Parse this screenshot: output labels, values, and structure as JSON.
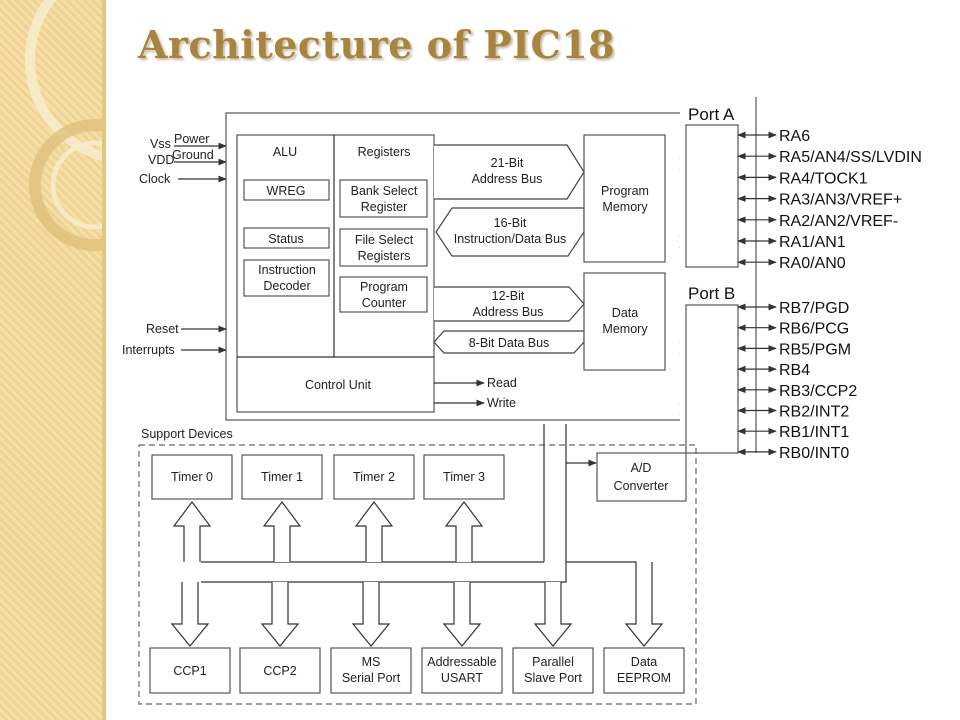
{
  "slide": {
    "title": "Architecture of PIC18"
  },
  "diagram": {
    "inputs": {
      "vss": "Vss",
      "vdd": "VDD",
      "power": "Power",
      "ground": "Ground",
      "clock": "Clock",
      "reset": "Reset",
      "interrupts": "Interrupts"
    },
    "alu": {
      "label": "ALU",
      "wreg": "WREG",
      "status": "Status",
      "decoder": [
        "Instruction",
        "Decoder"
      ]
    },
    "registers": {
      "label": "Registers",
      "bank": [
        "Bank Select",
        "Register"
      ],
      "file": [
        "File Select",
        "Registers"
      ],
      "pc": [
        "Program",
        "Counter"
      ]
    },
    "control_unit": "Control Unit",
    "outputs": {
      "read": "Read",
      "write": "Write"
    },
    "buses": {
      "addr21": [
        "21-Bit",
        "Address Bus"
      ],
      "instr16": [
        "16-Bit",
        "Instruction/Data Bus"
      ],
      "addr12": [
        "12-Bit",
        "Address Bus"
      ],
      "data8": "8-Bit Data Bus"
    },
    "memory": {
      "program": [
        "Program",
        "Memory"
      ],
      "data": [
        "Data",
        "Memory"
      ]
    },
    "port_a": {
      "label": "Port A",
      "pins": [
        "RA6",
        "RA5/AN4/SS/LVDIN",
        "RA4/TOCK1",
        "RA3/AN3/VREF+",
        "RA2/AN2/VREF-",
        "RA1/AN1",
        "RA0/AN0"
      ]
    },
    "port_b": {
      "label": "Port B",
      "pins": [
        "RB7/PGD",
        "RB6/PCG",
        "RB5/PGM",
        "RB4",
        "RB3/CCP2",
        "RB2/INT2",
        "RB1/INT1",
        "RB0/INT0"
      ]
    },
    "support": {
      "label": "Support Devices",
      "timers": [
        "Timer 0",
        "Timer 1",
        "Timer 2",
        "Timer 3"
      ],
      "adc": [
        "A/D",
        "Converter"
      ],
      "peripherals": [
        [
          "CCP1"
        ],
        [
          "CCP2"
        ],
        [
          "MS",
          "Serial Port"
        ],
        [
          "Addressable",
          "USART"
        ],
        [
          "Parallel",
          "Slave Port"
        ],
        [
          "Data",
          "EEPROM"
        ]
      ]
    }
  }
}
